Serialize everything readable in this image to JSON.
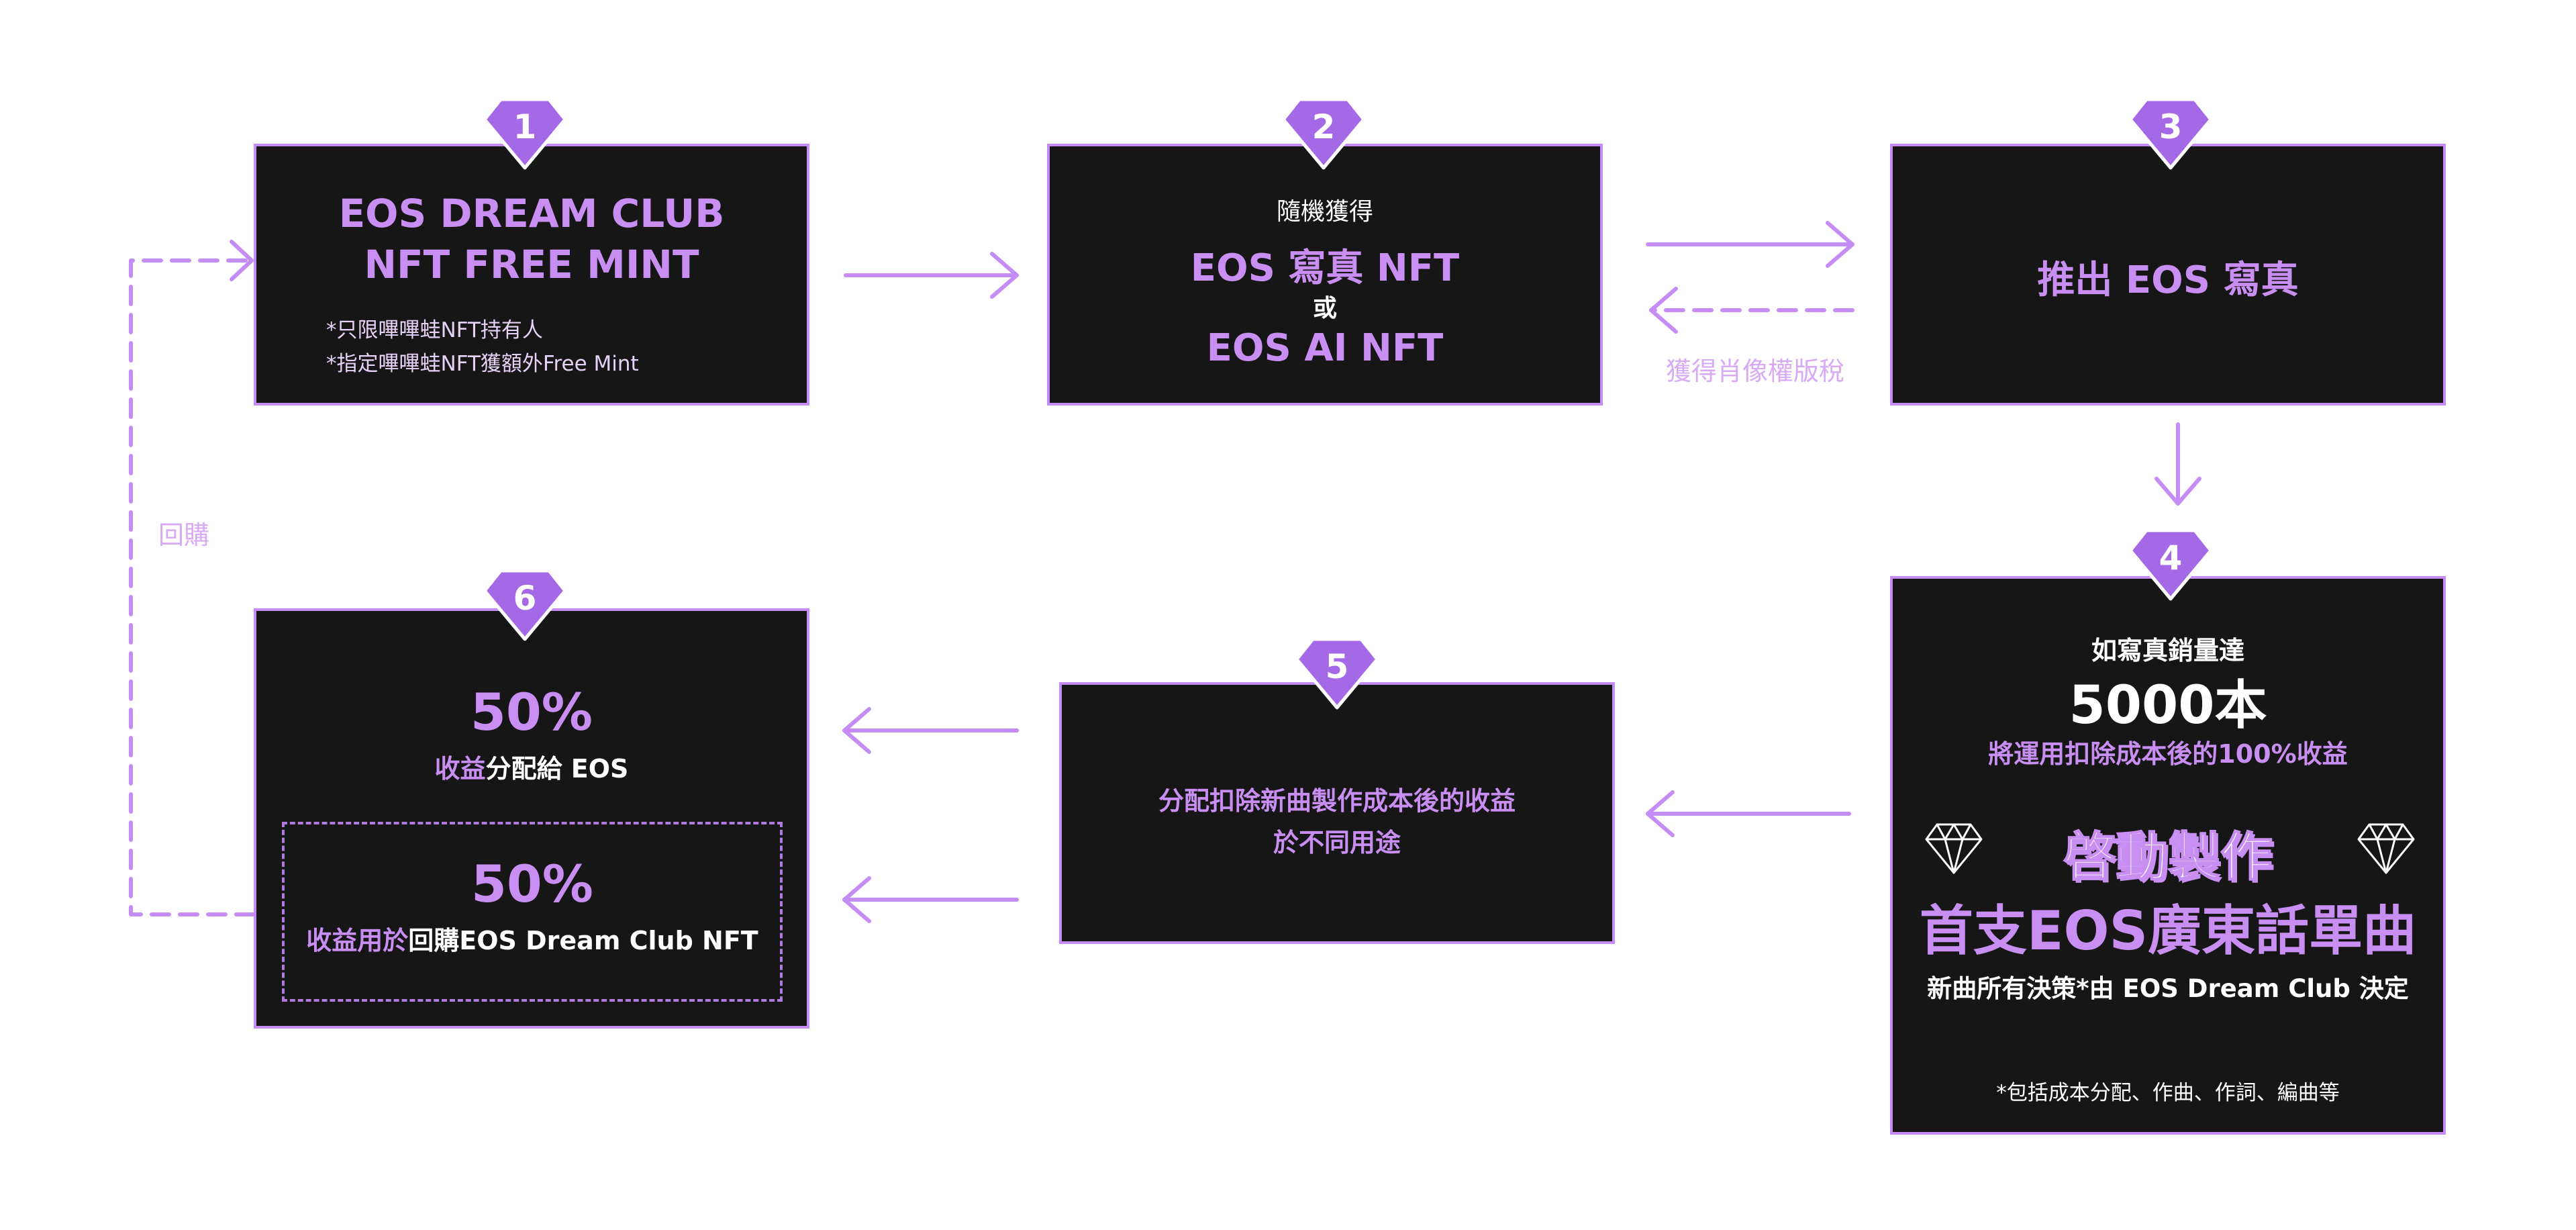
{
  "step1": {
    "badge": "1",
    "title_line1": "EOS DREAM CLUB",
    "title_line2": "NFT FREE MINT",
    "note1": "*只限嗶嗶蛙NFT持有人",
    "note2": "*指定嗶嗶蛙NFT獲額外Free Mint"
  },
  "step2": {
    "badge": "2",
    "top": "隨機獲得",
    "line1": "EOS 寫真 NFT",
    "or": "或",
    "line2": "EOS AI NFT"
  },
  "step3": {
    "badge": "3",
    "title": "推出 EOS 寫真"
  },
  "royalty_label": "獲得肖像權版稅",
  "buyback_label": "回購",
  "step4": {
    "badge": "4",
    "line1": "如寫真銷量達",
    "big": "5000本",
    "line2": "將運用扣除成本後的100%收益",
    "launch": "啓動製作",
    "song": "首支EOS廣東話單曲",
    "decide": "新曲所有決策*由 EOS Dream Club 決定",
    "footnote": "*包括成本分配、作曲、作詞、編曲等"
  },
  "step5": {
    "badge": "5",
    "line1": "分配扣除新曲製作成本後的收益",
    "line2": "於不同用途"
  },
  "step6": {
    "badge": "6",
    "pct1": "50%",
    "desc1_a": "收益",
    "desc1_b": "分配給 EOS",
    "pct2": "50%",
    "desc2_a": "收益用於",
    "desc2_b": "回購EOS Dream Club NFT"
  },
  "colors": {
    "accent": "#c48cf4",
    "box_bg": "#161616",
    "badge": "#a568e6"
  }
}
